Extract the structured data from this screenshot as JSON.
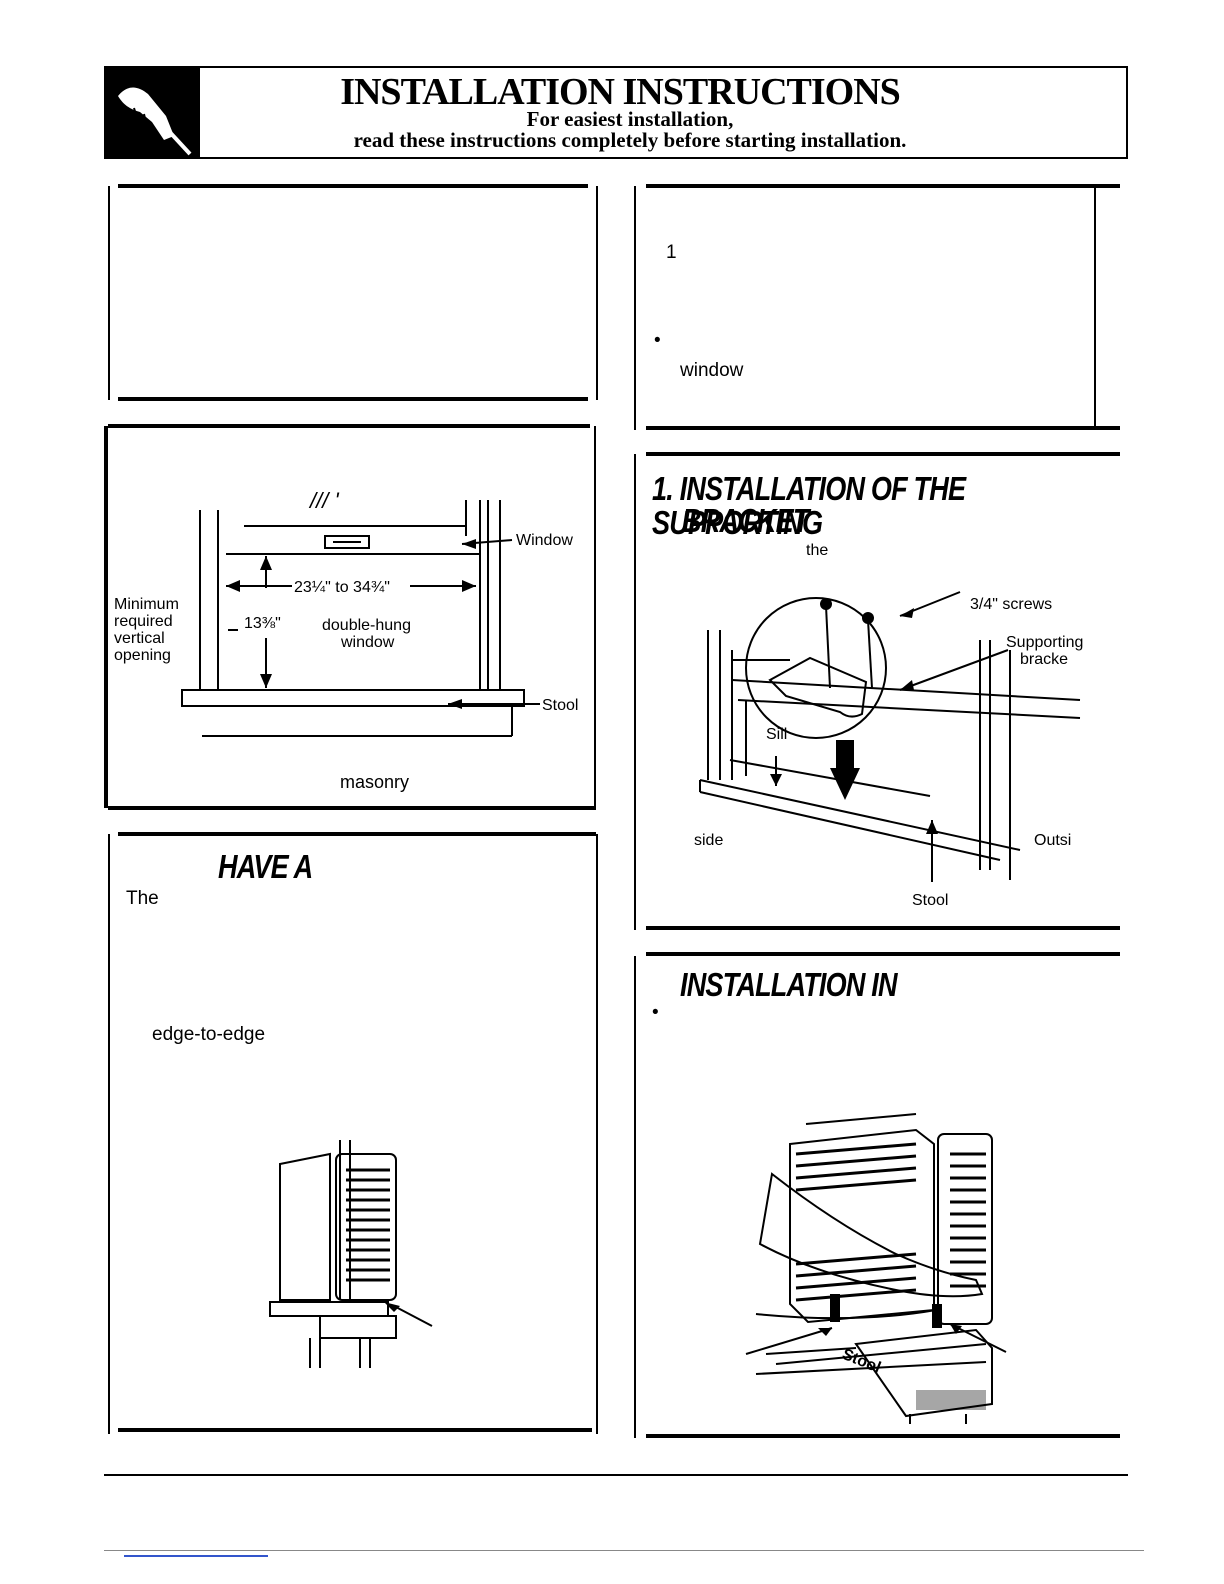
{
  "header": {
    "title": "INSTALLATION INSTRUCTIONS",
    "subtitle_line1": "For easiest installation,",
    "subtitle_line2": "read these instructions completely before starting installation."
  },
  "window_diagram": {
    "marks": "/// '",
    "window_label": "Window",
    "width_range": "23¼\" to 34¾\"",
    "min_label": [
      "Minimum",
      "required",
      "vertical",
      "opening"
    ],
    "height_value": "13⅜\"",
    "window_type": [
      "double-hung",
      "window"
    ],
    "stool_label": "Stool",
    "caption_fragment": "masonry"
  },
  "right_top": {
    "step_number": "1",
    "bullet": "•",
    "fragment": "window"
  },
  "have_a_section": {
    "heading": "HAVE A",
    "text_start": "The",
    "fragment": "edge-to-edge"
  },
  "bracket_section": {
    "heading_line1": "1. INSTALLATION OF THE SUPPORTING",
    "heading_line2": "BRACKET",
    "fragment": "the",
    "screws_label": "3/4\" screws",
    "bracket_label": [
      "Supporting",
      "bracke"
    ],
    "sill_label": "Sill",
    "inside_label": "side",
    "outside_label": "Outsi",
    "stool_label": "Stool"
  },
  "installation_in_section": {
    "heading": "INSTALLATION IN",
    "bullet": "•",
    "stool_label": "Stool"
  }
}
